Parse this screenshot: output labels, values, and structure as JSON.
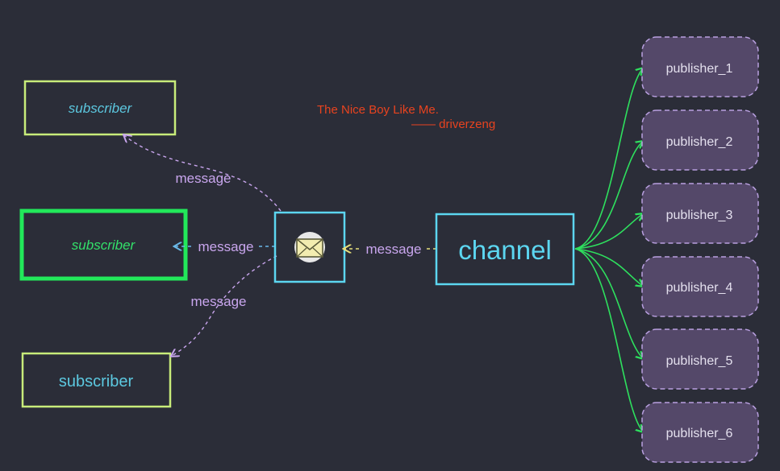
{
  "caption": {
    "quote": "The Nice Boy Like Me.",
    "author": "—— driverzeng"
  },
  "subscribers": [
    {
      "label": "subscriber",
      "style": "handwritten",
      "color": "#5cc8e0"
    },
    {
      "label": "subscriber",
      "style": "handwritten",
      "color": "#33e06a"
    },
    {
      "label": "subscriber",
      "style": "plain",
      "color": "#5cc8e0"
    }
  ],
  "messages": {
    "to_sub1": "message",
    "to_sub2": "message",
    "to_sub3": "message",
    "from_channel": "message"
  },
  "envelope": {
    "icon": "envelope-icon"
  },
  "channel": {
    "label": "channel"
  },
  "publishers": [
    "publisher_1",
    "publisher_2",
    "publisher_3",
    "publisher_4",
    "publisher_5",
    "publisher_6"
  ],
  "colors": {
    "background": "#2b2d38",
    "subscriber_border": "#c8ec7a",
    "subscriber_active_border": "#22e85a",
    "channel_border": "#5cd6f0",
    "message_text": "#c9a6ee",
    "publisher_fill": "#544869",
    "publisher_border": "#b9a0e0",
    "publisher_link": "#2ee05e",
    "caption": "#e8431f",
    "envelope_fill": "#f2ecb0"
  }
}
